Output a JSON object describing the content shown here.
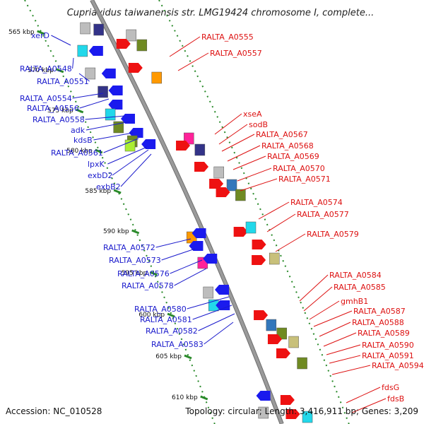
{
  "title": "Cupriavidus taiwanensis str. LMG19424 chromosome I, complete...",
  "footer": {
    "accession": "Accession: NC_010528",
    "topology": "Topology: circular; Length: 3,416,911 bp; Genes: 3,209"
  },
  "colors": {
    "backbone": "#9a9a9a",
    "dot_track": "#2a8a2a",
    "left_label": "#1a1acc",
    "right_label": "#dd1111",
    "gene_red": "#ee1111",
    "gene_blue": "#1a1aee",
    "gene_gray": "#bdbdbd",
    "gene_navy": "#333388",
    "gene_cyan": "#22d8ea",
    "gene_orange": "#ff9900",
    "gene_magenta": "#ff2299",
    "gene_olive": "#6f8a22",
    "gene_lime": "#aaee33",
    "gene_khaki": "#c8c07a",
    "gene_steel": "#3377bb"
  },
  "ticks": [
    {
      "label": "565 kbp"
    },
    {
      "label": "570 kbp"
    },
    {
      "label": "575 kbp"
    },
    {
      "label": "580 kbp"
    },
    {
      "label": "585 kbp"
    },
    {
      "label": "590 kbp"
    },
    {
      "label": "595 kbp"
    },
    {
      "label": "600 kbp"
    },
    {
      "label": "605 kbp"
    },
    {
      "label": "610 kbp"
    }
  ],
  "left_labels": [
    {
      "text": "xerD"
    },
    {
      "text": "RALTA_A0548"
    },
    {
      "text": "RALTA_A0551"
    },
    {
      "text": "RALTA_A0554"
    },
    {
      "text": "RALTA_A0556"
    },
    {
      "text": "RALTA_A0558"
    },
    {
      "text": "adk"
    },
    {
      "text": "kdsB"
    },
    {
      "text": "RALTA_A0561"
    },
    {
      "text": "lpxK"
    },
    {
      "text": "exbD2"
    },
    {
      "text": "exbB2"
    },
    {
      "text": "RALTA_A0572"
    },
    {
      "text": "RALTA_A0573"
    },
    {
      "text": "RALTA_A0576"
    },
    {
      "text": "RALTA_A0578"
    },
    {
      "text": "RALTA_A0580"
    },
    {
      "text": "RALTA_A0581"
    },
    {
      "text": "RALTA_A0582"
    },
    {
      "text": "RALTA_A0583"
    }
  ],
  "right_labels": [
    {
      "text": "RALTA_A0555"
    },
    {
      "text": "RALTA_A0557"
    },
    {
      "text": "xseA"
    },
    {
      "text": "sodB"
    },
    {
      "text": "RALTA_A0567"
    },
    {
      "text": "RALTA_A0568"
    },
    {
      "text": "RALTA_A0569"
    },
    {
      "text": "RALTA_A0570"
    },
    {
      "text": "RALTA_A0571"
    },
    {
      "text": "RALTA_A0574"
    },
    {
      "text": "RALTA_A0577"
    },
    {
      "text": "RALTA_A0579"
    },
    {
      "text": "RALTA_A0584"
    },
    {
      "text": "RALTA_A0585"
    },
    {
      "text": "gmhB1"
    },
    {
      "text": "RALTA_A0587"
    },
    {
      "text": "RALTA_A0588"
    },
    {
      "text": "RALTA_A0589"
    },
    {
      "text": "RALTA_A0590"
    },
    {
      "text": "RALTA_A0591"
    },
    {
      "text": "RALTA_A0594"
    },
    {
      "text": "fdsG"
    },
    {
      "text": "fdsB"
    }
  ]
}
